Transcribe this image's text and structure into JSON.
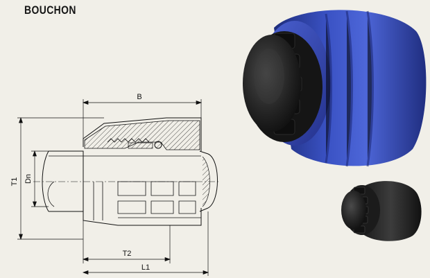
{
  "product": {
    "title": "BOUCHON"
  },
  "drawing": {
    "labels": {
      "B": "B",
      "T1": "T1",
      "Dn": "Dn",
      "T2": "T2",
      "L1": "L1"
    }
  },
  "colors": {
    "background": "#f1efe8",
    "cap_blue": "#3a4fbf",
    "cap_black": "#1e1e1e"
  }
}
